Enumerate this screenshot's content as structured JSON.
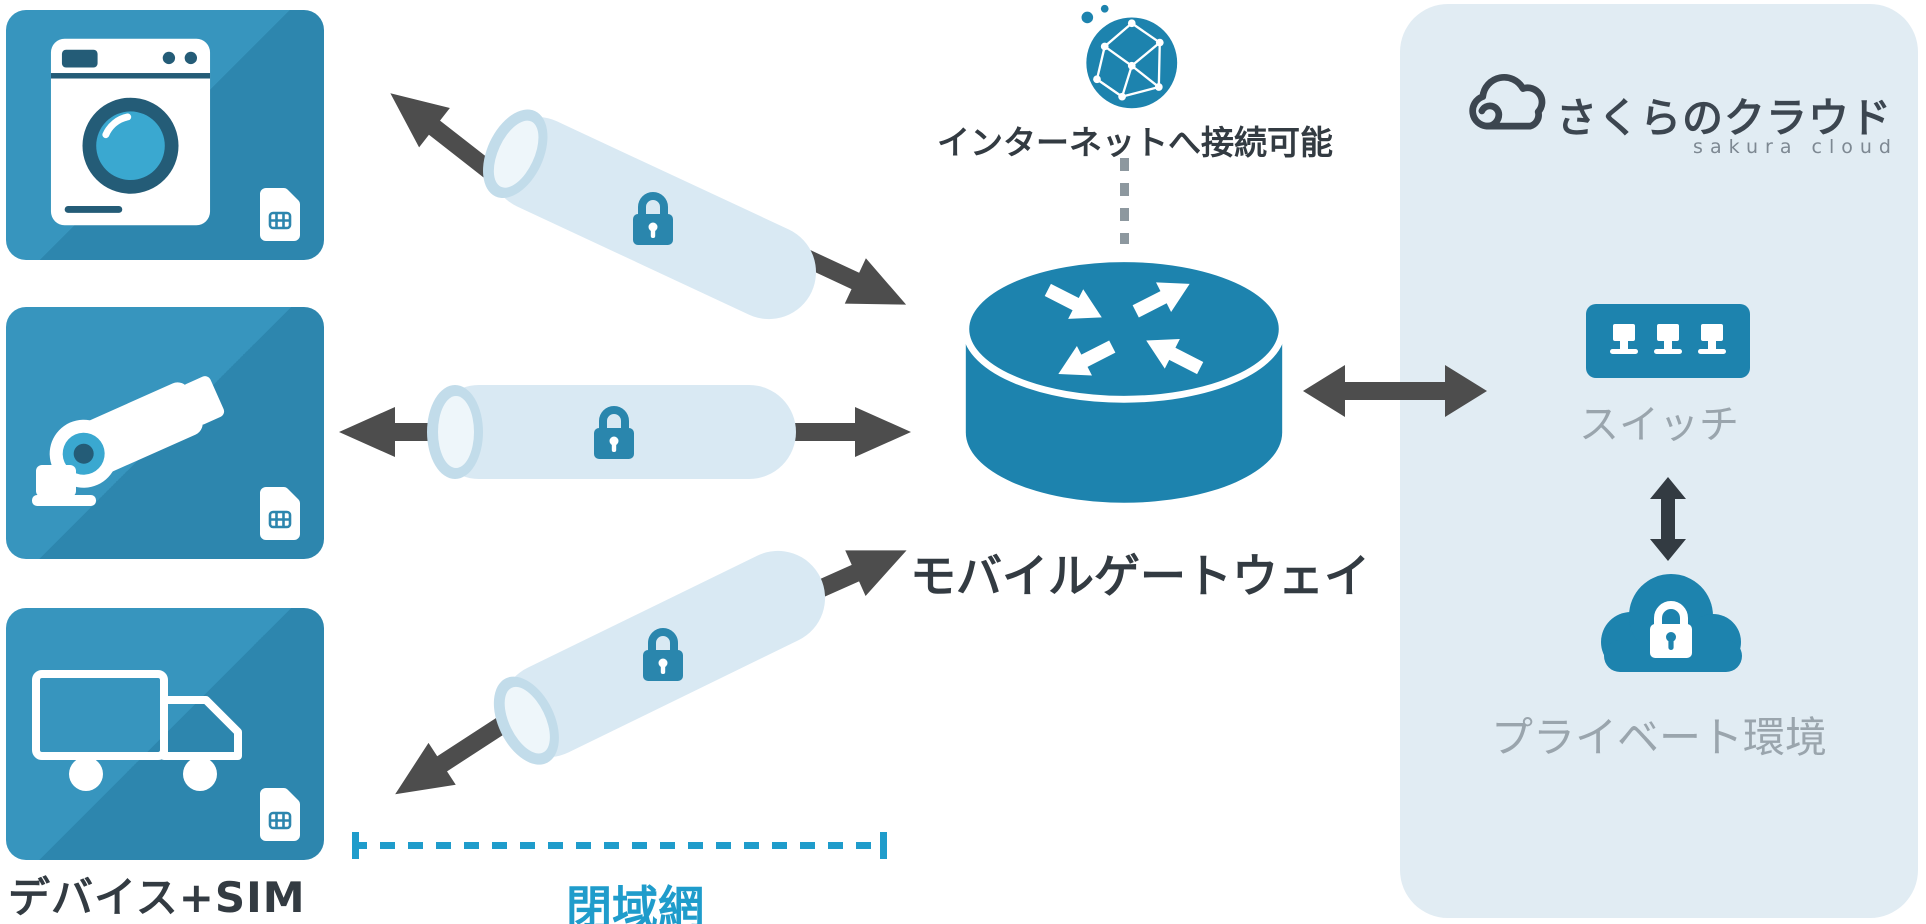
{
  "labels": {
    "devices": "デバイス+SIM",
    "closed_network": "閉域網",
    "internet": "インターネットへ接続可能",
    "gateway": "モバイルゲートウェイ",
    "switch": "スイッチ",
    "private_env": "プライベート環境",
    "brand": "さくらのクラウド",
    "brand_sub": "sakura cloud"
  },
  "devices": [
    {
      "name": "washing-machine",
      "icon": "washing-machine-icon",
      "sim_icon": "sim-card-icon"
    },
    {
      "name": "security-camera",
      "icon": "security-camera-icon",
      "sim_icon": "sim-card-icon"
    },
    {
      "name": "truck",
      "icon": "truck-icon",
      "sim_icon": "sim-card-icon"
    }
  ],
  "tunnels": [
    {
      "name": "secure-tunnel-top",
      "icon": "lock-icon"
    },
    {
      "name": "secure-tunnel-middle",
      "icon": "lock-icon"
    },
    {
      "name": "secure-tunnel-bottom",
      "icon": "lock-icon"
    }
  ],
  "icons": {
    "internet": "globe-network-icon",
    "gateway": "router-cylinder-icon",
    "cloud_logo": "sakura-cloud-logo-icon",
    "switch": "switch-icon",
    "private": "private-cloud-lock-icon"
  },
  "colors": {
    "device_blue": "#3795be",
    "device_blue_dark": "#2d86ae",
    "tunnel_light": "#d9e9f3",
    "tunnel_end": "#c2dcea",
    "tunnel_end_inner": "#eef6fa",
    "lock_blue": "#2a86ad",
    "arrow_dark": "#4d4d4d",
    "gateway_blue": "#1d83ae",
    "panel_bg": "#e1ecf3",
    "teal_accent": "#1f9ccb",
    "text_dark": "#333b42",
    "grey_label": "#9aa5ad",
    "brand_dark": "#3c4650",
    "dot_grey": "#8d989f",
    "icon_navy": "#245c77",
    "icon_teal": "#3aa8d0"
  }
}
